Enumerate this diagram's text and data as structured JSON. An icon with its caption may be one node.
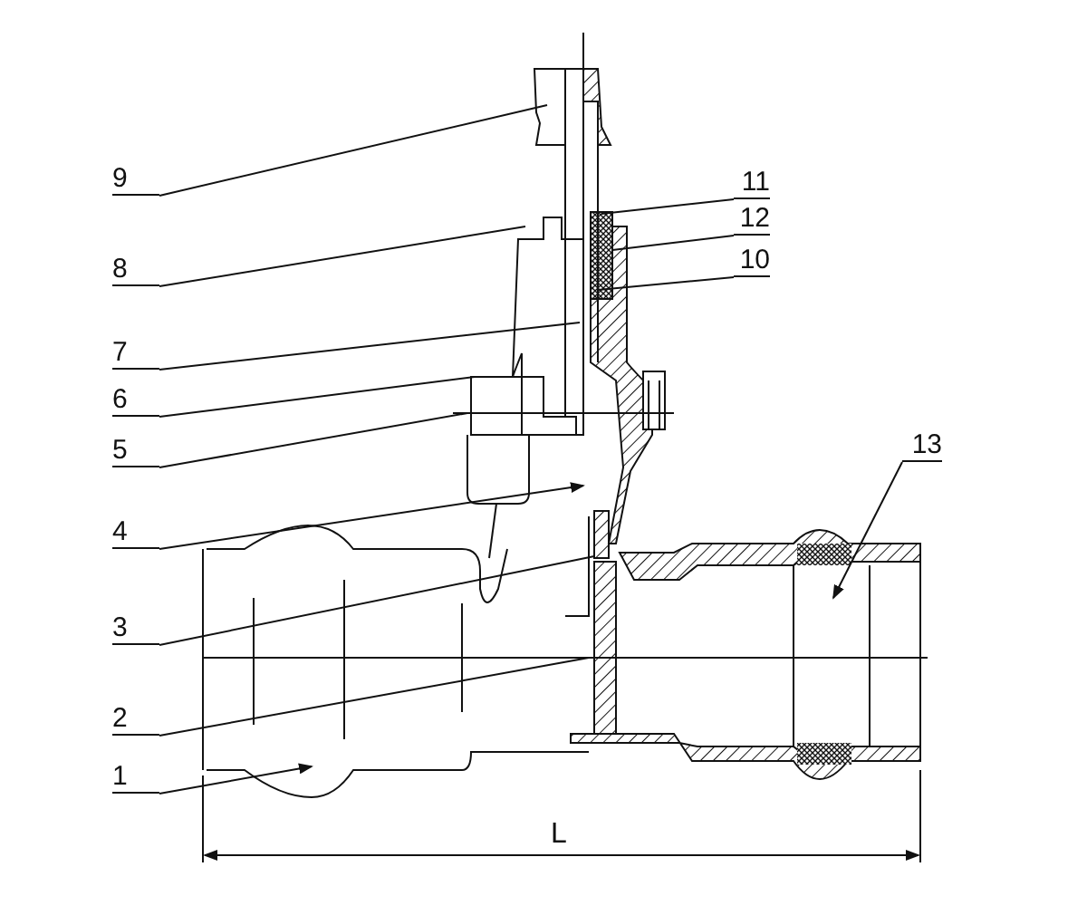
{
  "diagram": {
    "nodes": [
      {
        "text": [
          "9"
        ]
      },
      {
        "text": [
          "8"
        ]
      },
      {
        "text": [
          "7"
        ]
      },
      {
        "text": [
          "6"
        ]
      },
      {
        "text": [
          "5"
        ]
      },
      {
        "text": [
          "4"
        ]
      },
      {
        "text": [
          "3"
        ]
      },
      {
        "text": [
          "2"
        ]
      },
      {
        "text": [
          "1"
        ]
      },
      {
        "text": [
          "11"
        ]
      },
      {
        "text": [
          "12"
        ]
      },
      {
        "text": [
          "10"
        ]
      },
      {
        "text": [
          "13"
        ]
      }
    ],
    "edges": [
      {
        "from": 0,
        "to": null,
        "arrow": "none"
      },
      {
        "from": 1,
        "to": null,
        "arrow": "none"
      },
      {
        "from": 2,
        "to": null,
        "arrow": "none"
      },
      {
        "from": 3,
        "to": null,
        "arrow": "none"
      },
      {
        "from": 4,
        "to": null,
        "arrow": "none"
      },
      {
        "from": 5,
        "to": null,
        "arrow": "to"
      },
      {
        "from": 6,
        "to": null,
        "arrow": "none"
      },
      {
        "from": 7,
        "to": null,
        "arrow": "none"
      },
      {
        "from": 8,
        "to": null,
        "arrow": "to"
      },
      {
        "from": 9,
        "to": null,
        "arrow": "none"
      },
      {
        "from": 10,
        "to": null,
        "arrow": "none"
      },
      {
        "from": 11,
        "to": null,
        "arrow": "none"
      },
      {
        "from": 12,
        "to": null,
        "arrow": "to"
      }
    ],
    "labels": [
      "L"
    ]
  }
}
